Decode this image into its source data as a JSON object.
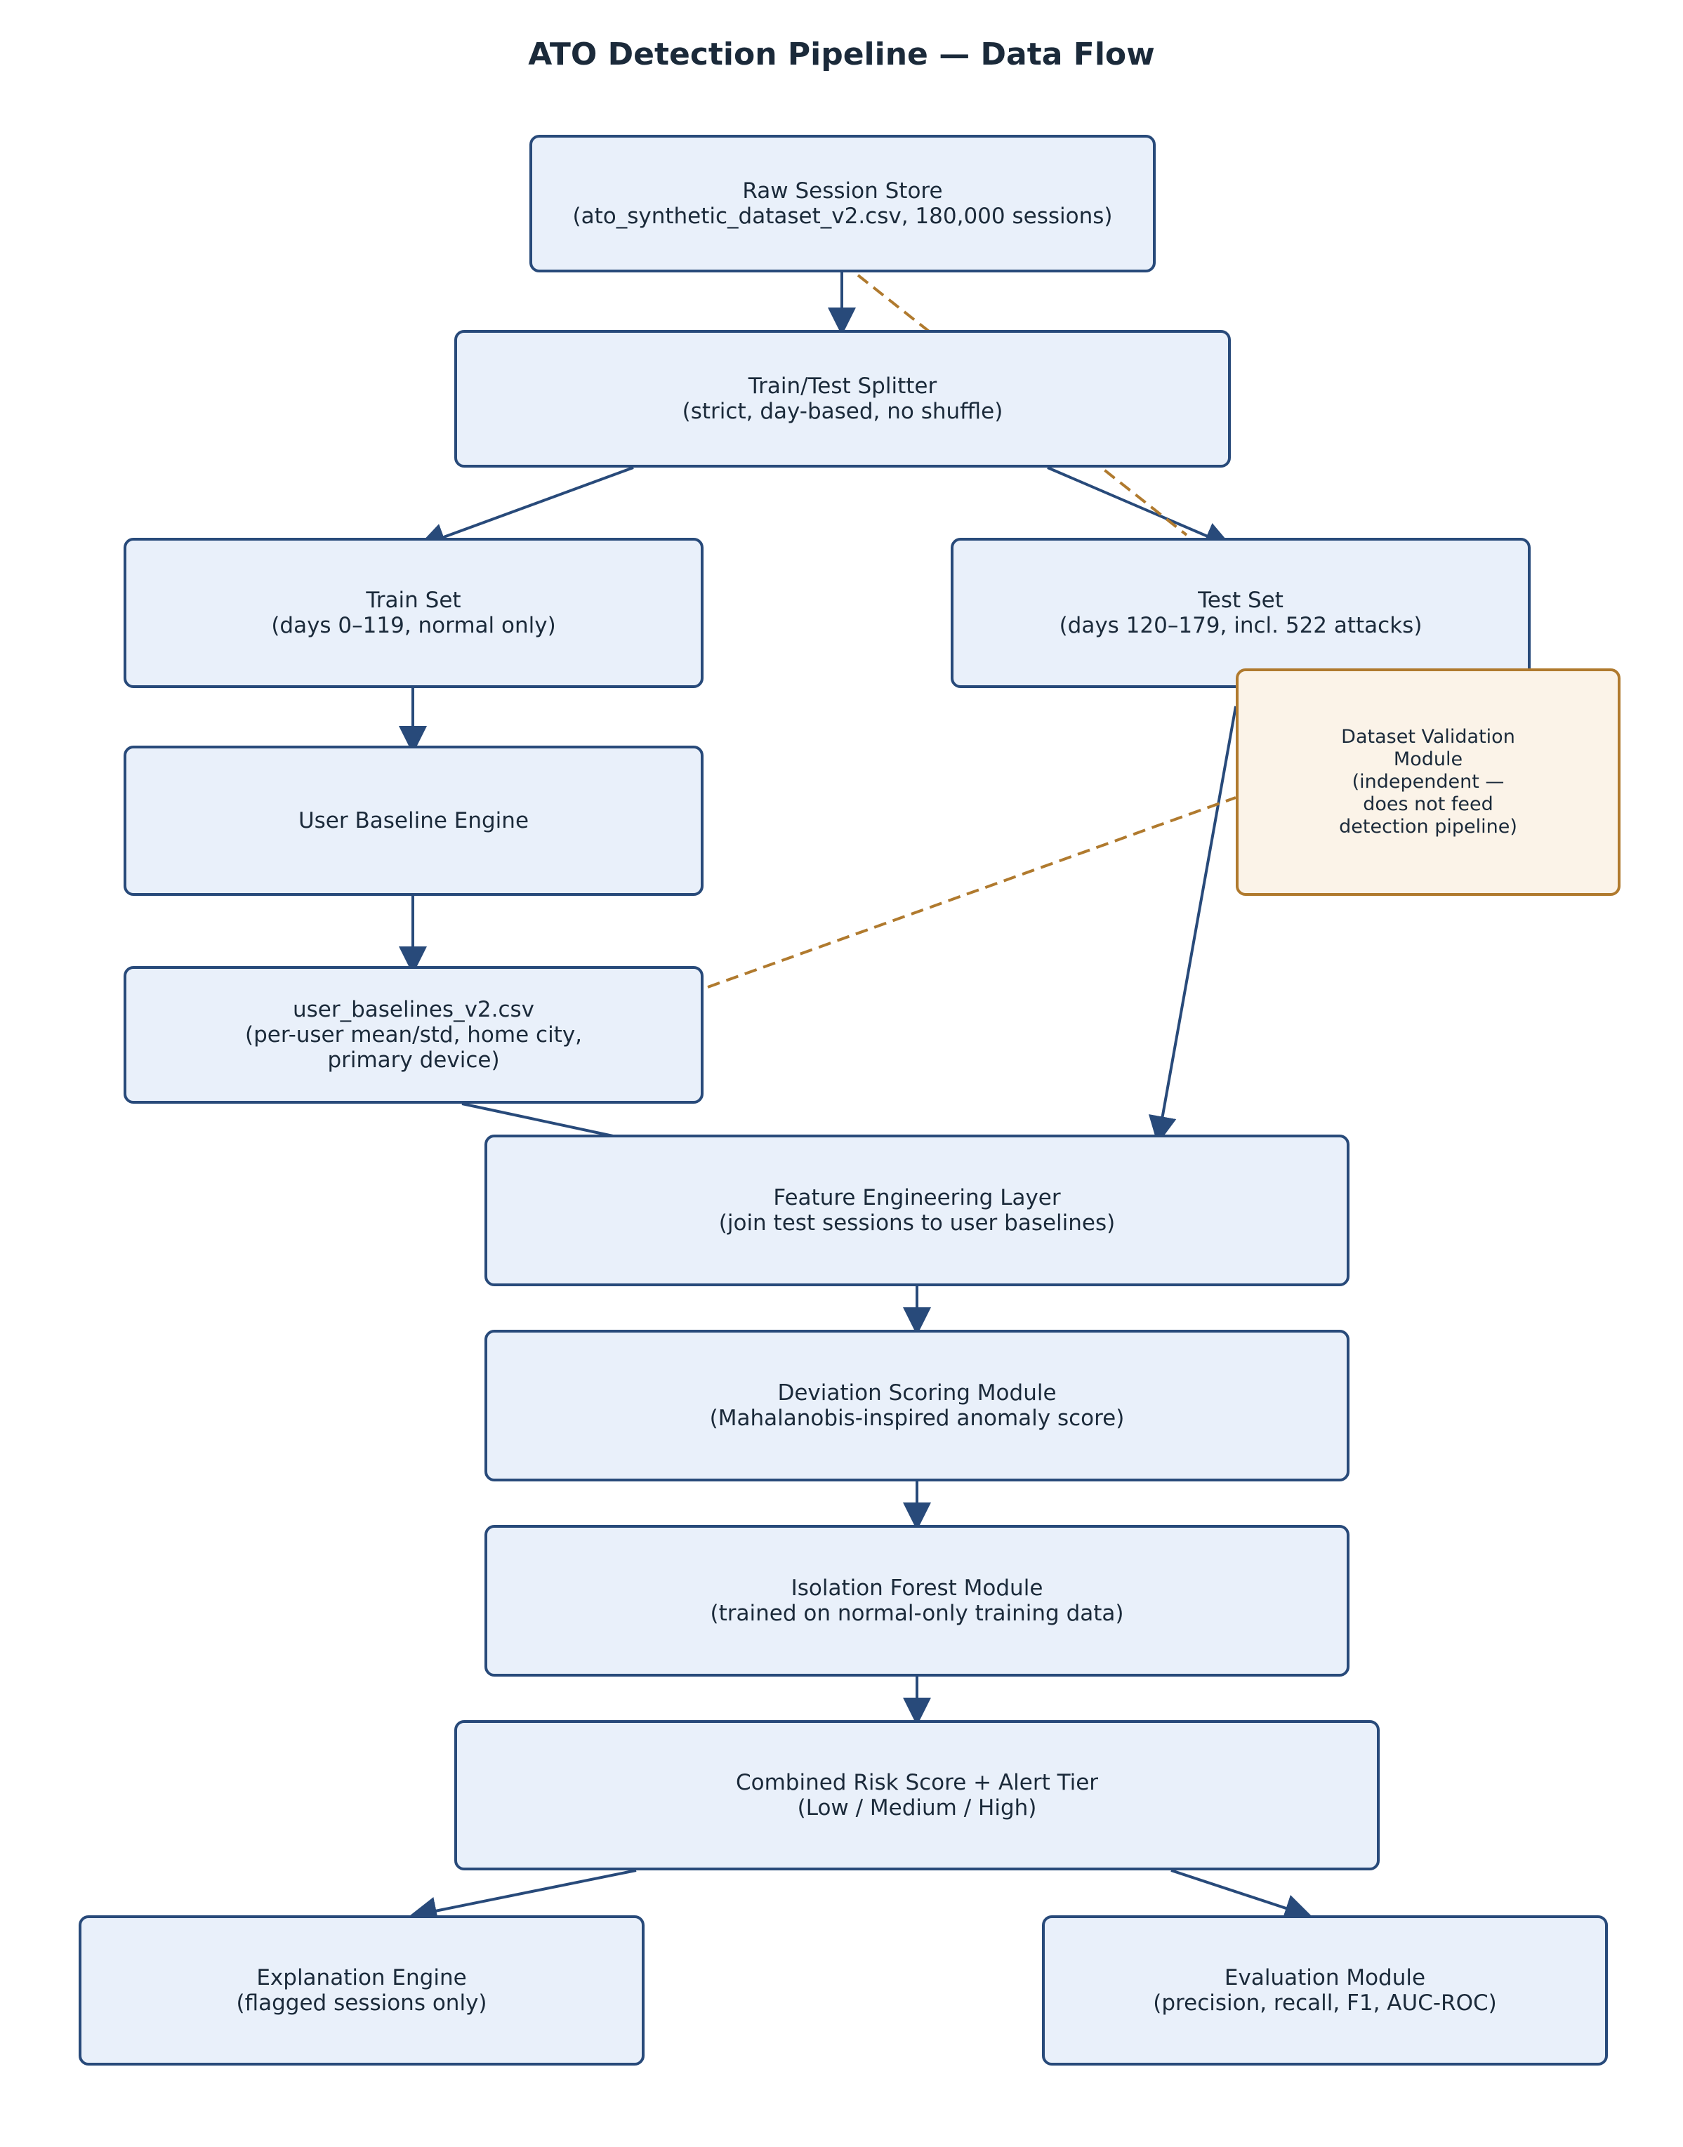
{
  "title": "ATO Detection Pipeline — Data Flow",
  "colors": {
    "main_stroke": "#284a7a",
    "main_fill": "#e9f0fa",
    "aux_stroke": "#b07a2e",
    "aux_fill": "#fbf3e8",
    "text": "#1b2a3a"
  },
  "nodes": {
    "raw_session_store": [
      "Raw Session Store",
      "(ato_synthetic_dataset_v2.csv, 180,000 sessions)"
    ],
    "train_test_splitter": [
      "Train/Test Splitter",
      "(strict, day-based, no shuffle)"
    ],
    "train_set": [
      "Train Set",
      "(days 0–119, normal only)"
    ],
    "test_set": [
      "Test Set",
      "(days 120–179, incl. 522 attacks)"
    ],
    "user_baseline_engine": [
      "User Baseline Engine"
    ],
    "user_baselines_file": [
      "user_baselines_v2.csv",
      "(per-user mean/std, home city,",
      "primary device)"
    ],
    "dataset_validation_module": [
      "Dataset Validation",
      "Module",
      "(independent —",
      "does not feed",
      "detection pipeline)"
    ],
    "feature_engineering_layer": [
      "Feature Engineering Layer",
      "(join test sessions to user baselines)"
    ],
    "deviation_scoring_module": [
      "Deviation Scoring Module",
      "(Mahalanobis-inspired anomaly score)"
    ],
    "isolation_forest_module": [
      "Isolation Forest Module",
      "(trained on normal-only training data)"
    ],
    "combined_risk_score": [
      "Combined Risk Score + Alert Tier",
      "(Low / Medium / High)"
    ],
    "explanation_engine": [
      "Explanation Engine",
      "(flagged sessions only)"
    ],
    "evaluation_module": [
      "Evaluation Module",
      "(precision, recall, F1, AUC-ROC)"
    ]
  },
  "edges": [
    {
      "from": "raw_session_store",
      "to": "train_test_splitter",
      "style": "solid"
    },
    {
      "from": "train_test_splitter",
      "to": "train_set",
      "style": "solid"
    },
    {
      "from": "train_test_splitter",
      "to": "test_set",
      "style": "solid"
    },
    {
      "from": "train_set",
      "to": "user_baseline_engine",
      "style": "solid"
    },
    {
      "from": "user_baseline_engine",
      "to": "user_baselines_file",
      "style": "solid"
    },
    {
      "from": "user_baselines_file",
      "to": "feature_engineering_layer",
      "style": "solid"
    },
    {
      "from": "test_set",
      "to": "feature_engineering_layer",
      "style": "solid"
    },
    {
      "from": "feature_engineering_layer",
      "to": "deviation_scoring_module",
      "style": "solid"
    },
    {
      "from": "deviation_scoring_module",
      "to": "isolation_forest_module",
      "style": "solid"
    },
    {
      "from": "isolation_forest_module",
      "to": "combined_risk_score",
      "style": "solid"
    },
    {
      "from": "combined_risk_score",
      "to": "explanation_engine",
      "style": "solid"
    },
    {
      "from": "combined_risk_score",
      "to": "evaluation_module",
      "style": "solid"
    },
    {
      "from": "raw_session_store",
      "to": "dataset_validation_module",
      "style": "dashed"
    },
    {
      "from": "user_baselines_file",
      "to": "dataset_validation_module",
      "style": "dashed"
    }
  ]
}
